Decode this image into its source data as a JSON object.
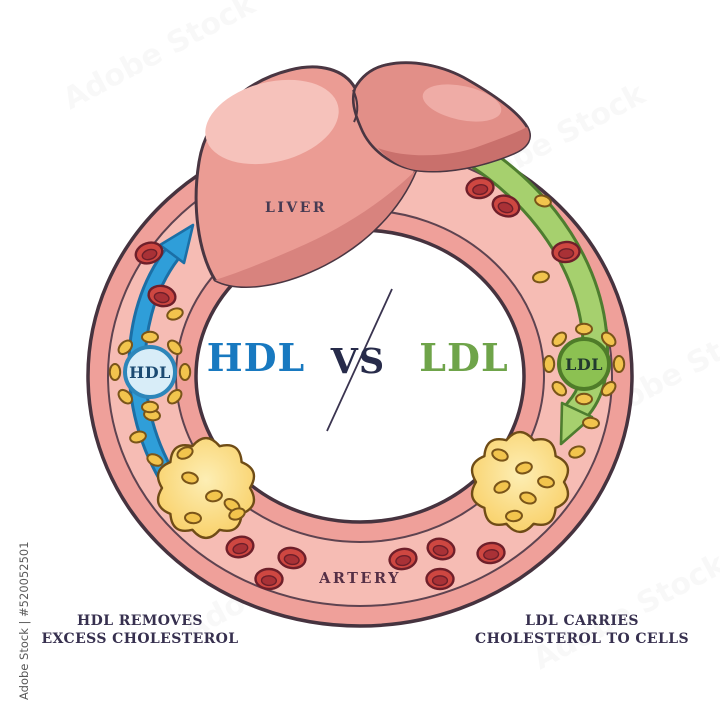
{
  "title_area": {
    "hdl": "HDL",
    "vs": "VS",
    "ldl": "LDL"
  },
  "anatomy": {
    "liver_label": "LIVER",
    "artery_label": "ARTERY"
  },
  "particles": {
    "hdl_bubble_label": "HDL",
    "ldl_bubble_label": "LDL"
  },
  "captions": {
    "hdl": {
      "line1": "HDL REMOVES",
      "line2": "EXCESS CHOLESTEROL"
    },
    "ldl": {
      "line1": "LDL CARRIES",
      "line2": "CHOLESTEROL TO CELLS"
    }
  },
  "watermarks": {
    "side": "Adobe Stock | #520052501",
    "tile": "Adobe Stock"
  },
  "colors": {
    "hdl_blue": "#1879c0",
    "ldl_green": "#6fa44a",
    "vs_navy": "#272b4a",
    "label_dark": "#37304f",
    "artery_wall": "#efa09a",
    "artery_lumen": "#f6bcb4",
    "outline_dark": "#46333f",
    "arrow_blue": "#2f9ed9",
    "arrow_blue_outline": "#1b6fa6",
    "band_green": "#a6d06e",
    "band_green_outline": "#4e7d2f",
    "plaque_yellow": "#f8cd60",
    "particle_yellow": "#f2c44d",
    "rbc_red": "#ce4741",
    "liver_pink": "#eb9c94",
    "hdl_bubble_fill": "#d8edf8",
    "ldl_bubble_fill": "#8cc152"
  }
}
